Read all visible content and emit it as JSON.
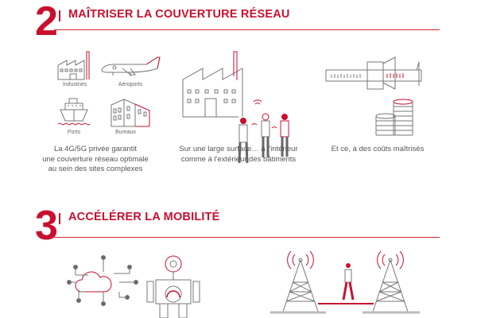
{
  "section2": {
    "number": "2",
    "title": "MAÎTRISER LA COUVERTURE RÉSEAU",
    "labels": [
      "Industries",
      "Aéroports",
      "Ports",
      "Bureaux"
    ],
    "captions": [
      [
        "La 4G/5G privée garantit",
        "une couverture réseau optimale",
        "au sein des sites complexes"
      ],
      [
        "Sur une large surface… à l'intérieur",
        "comme à l'extérieur des bâtiments"
      ],
      [
        "Et ce, à des coûts maîtrisés"
      ]
    ]
  },
  "section3": {
    "number": "3",
    "title": "ACCÉLÉRER LA MOBILITÉ"
  },
  "colors": {
    "accent": "#c8102e",
    "line": "#777777"
  }
}
